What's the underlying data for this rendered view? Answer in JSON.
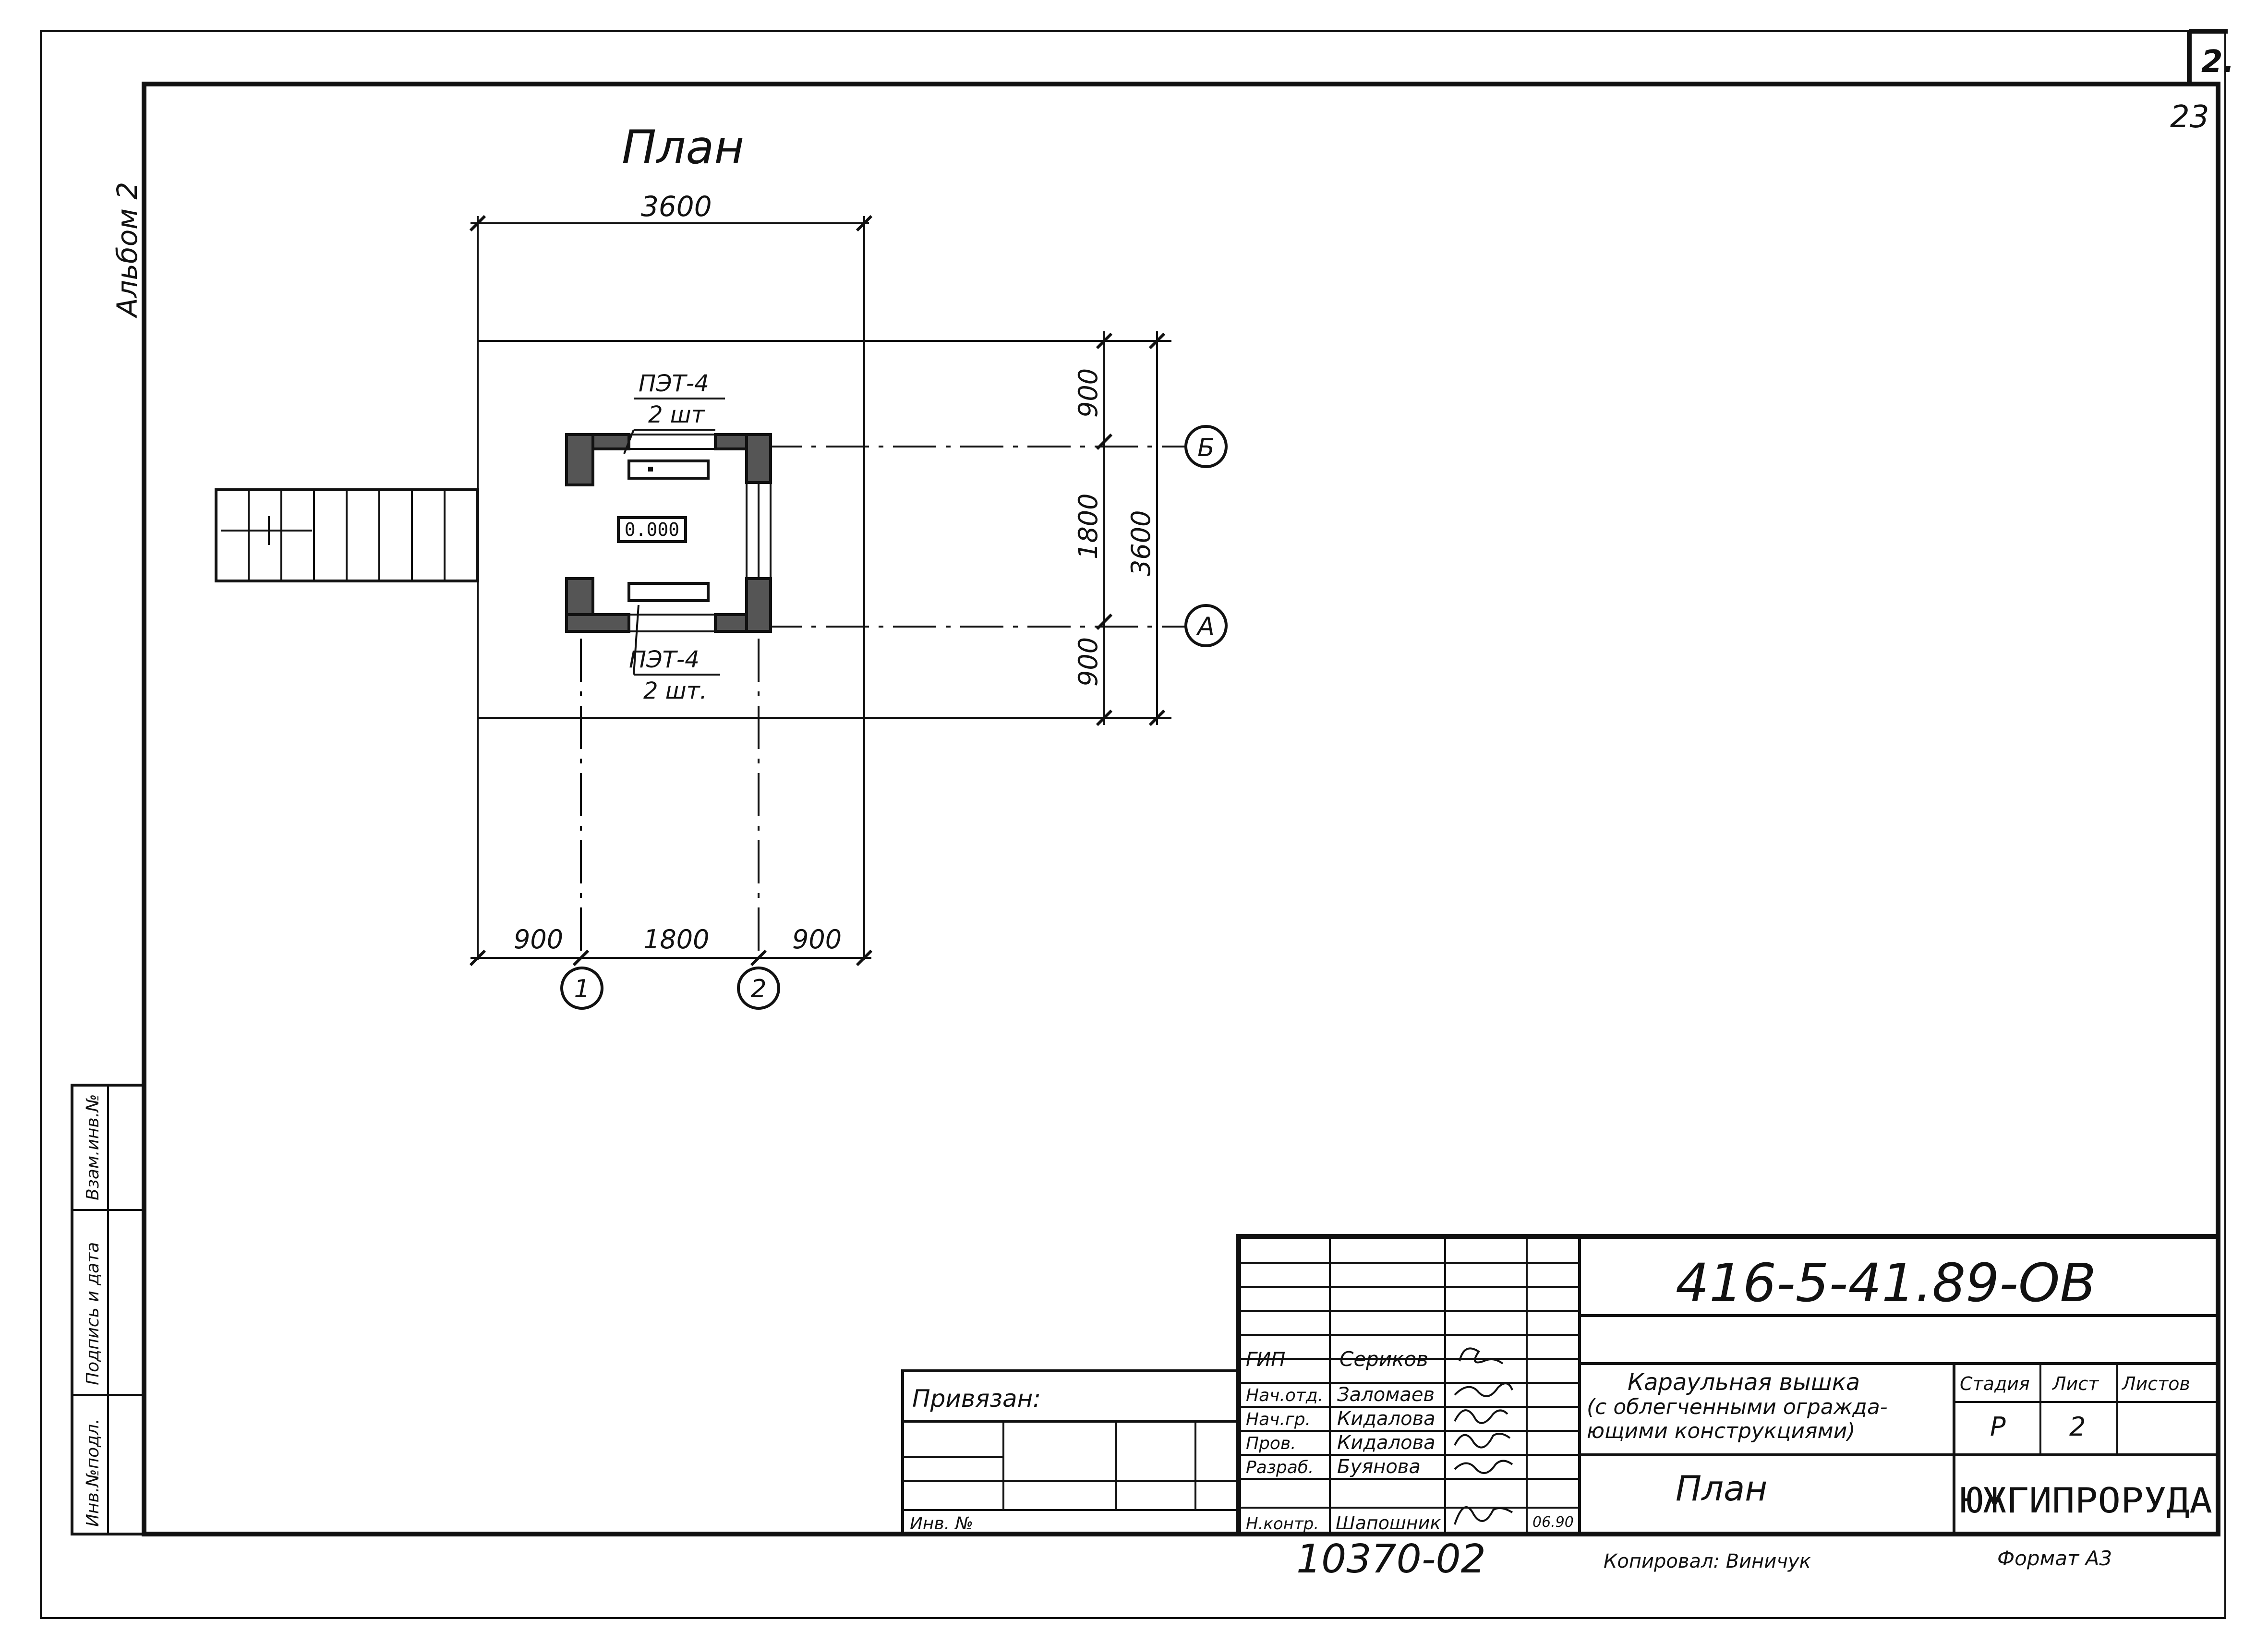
{
  "drawing": {
    "title": "План",
    "margin_album": "Альбом 2",
    "sheet_number_top": "2.",
    "page_number": "23",
    "copy_number": "10370-02",
    "copied_by": "Копировал: Виничук",
    "format": "Формат А3"
  },
  "plan": {
    "dim_top_overall": "3600",
    "dim_right_overall": "3600",
    "dim_right_segments": [
      "900",
      "1800",
      "900"
    ],
    "dim_bottom_segments": [
      "900",
      "1800",
      "900"
    ],
    "axis_rows": [
      "Б",
      "А"
    ],
    "axis_cols": [
      "1",
      "2"
    ],
    "level_mark": "0.000",
    "heater_top_label": [
      "ПЭТ-4",
      "2 шт"
    ],
    "heater_bottom_label": [
      "ПЭТ-4",
      "2 шт."
    ]
  },
  "side_stamp": {
    "labels": [
      "Инв.№подл.",
      "Подпись и дата",
      "Взам.инв.№"
    ]
  },
  "title_block": {
    "document_code": "416-5-41.89-ОВ",
    "bound_label": "Привязан:",
    "inv_label": "Инв. №",
    "roles": [
      "ГИП",
      "Нач.отд.",
      "Нач.гр.",
      "Пров.",
      "Разраб.",
      "Н.контр."
    ],
    "names": [
      "Сериков",
      "Заломаев",
      "Кидалова",
      "Кидалова",
      "Буянова",
      "Шапошник"
    ],
    "date": "06.90",
    "object_name": [
      "Караульная вышка",
      "(с облегченными огражда-",
      "ющими конструкциями)"
    ],
    "sheet_name": "План",
    "stage_header": "Стадия",
    "sheet_header": "Лист",
    "sheets_header": "Листов",
    "stage_value": "Р",
    "sheet_value": "2",
    "organization": "ЮЖГИПРОРУДА"
  }
}
